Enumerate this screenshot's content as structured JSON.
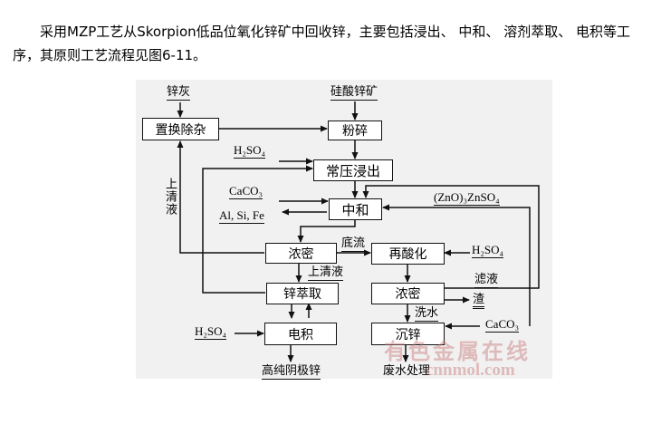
{
  "paragraph": "采用MZP工艺从Skorpion低品位氧化锌矿中回收锌，主要包括浸出、 中和、 溶剂萃取、 电积等工序，其原则工艺流程见图6-11。",
  "boxes": {
    "replace": "置换除杂",
    "crush": "粉碎",
    "leach": "常压浸出",
    "neutral": "中和",
    "thick1": "浓密",
    "reacid": "再酸化",
    "extract": "锌萃取",
    "thick2": "浓密",
    "electro": "电积",
    "precip": "沉锌"
  },
  "labels": {
    "zinc_ash": "锌灰",
    "silicate": "硅酸锌矿",
    "h2so4_sym": "H₂SO₄",
    "caco3_sym": "CaCO₃",
    "al_si_fe": "Al, Si, Fe",
    "znoz": "(ZnO)₃ZnSO₄",
    "supernatant_side": "上清液",
    "underflow": "底流",
    "supernatant": "上清液",
    "filtrate": "滤液",
    "slag": "渣",
    "wash_water": "洗水",
    "cathode_zinc": "高纯阴极锌",
    "waste_water": "废水处理"
  },
  "watermark": {
    "line1": "有色金属在线",
    "line2": "cnnmol.com"
  }
}
